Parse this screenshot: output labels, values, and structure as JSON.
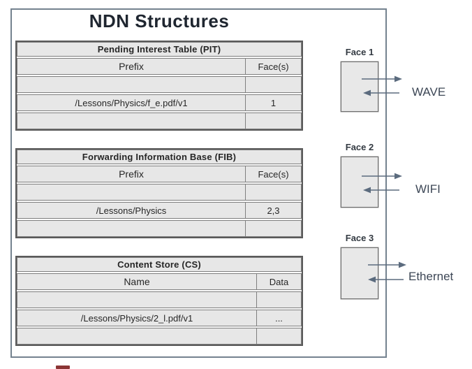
{
  "title": "NDN Structures",
  "tables": [
    {
      "title": "Pending Interest Table (PIT)",
      "columns": [
        "Prefix",
        "Face(s)"
      ],
      "rows": [
        [
          "",
          ""
        ],
        [
          "/Lessons/Physics/f_e.pdf/v1",
          "1"
        ],
        [
          "",
          ""
        ]
      ]
    },
    {
      "title": "Forwarding Information Base (FIB)",
      "columns": [
        "Prefix",
        "Face(s)"
      ],
      "rows": [
        [
          "",
          ""
        ],
        [
          "/Lessons/Physics",
          "2,3"
        ],
        [
          "",
          ""
        ]
      ]
    },
    {
      "title": "Content Store (CS)",
      "columns": [
        "Name",
        "Data"
      ],
      "rows": [
        [
          "",
          ""
        ],
        [
          "/Lessons/Physics/2_l.pdf/v1",
          "..."
        ],
        [
          "",
          ""
        ]
      ]
    }
  ],
  "faces": [
    {
      "label": "Face 1",
      "network": "WAVE"
    },
    {
      "label": "Face 2",
      "network": "WIFI"
    },
    {
      "label": "Face 3",
      "network": "Ethernet"
    }
  ],
  "colors": {
    "cell_fill": "#e7e7e7",
    "row_border": "#7f7f7f",
    "table_frame": "#5a5a5a",
    "outer_frame": "#74828f",
    "arrow": "#5b6b7e",
    "text": "#262626",
    "title_text": "#1f2630",
    "network_text": "#3d4756"
  }
}
